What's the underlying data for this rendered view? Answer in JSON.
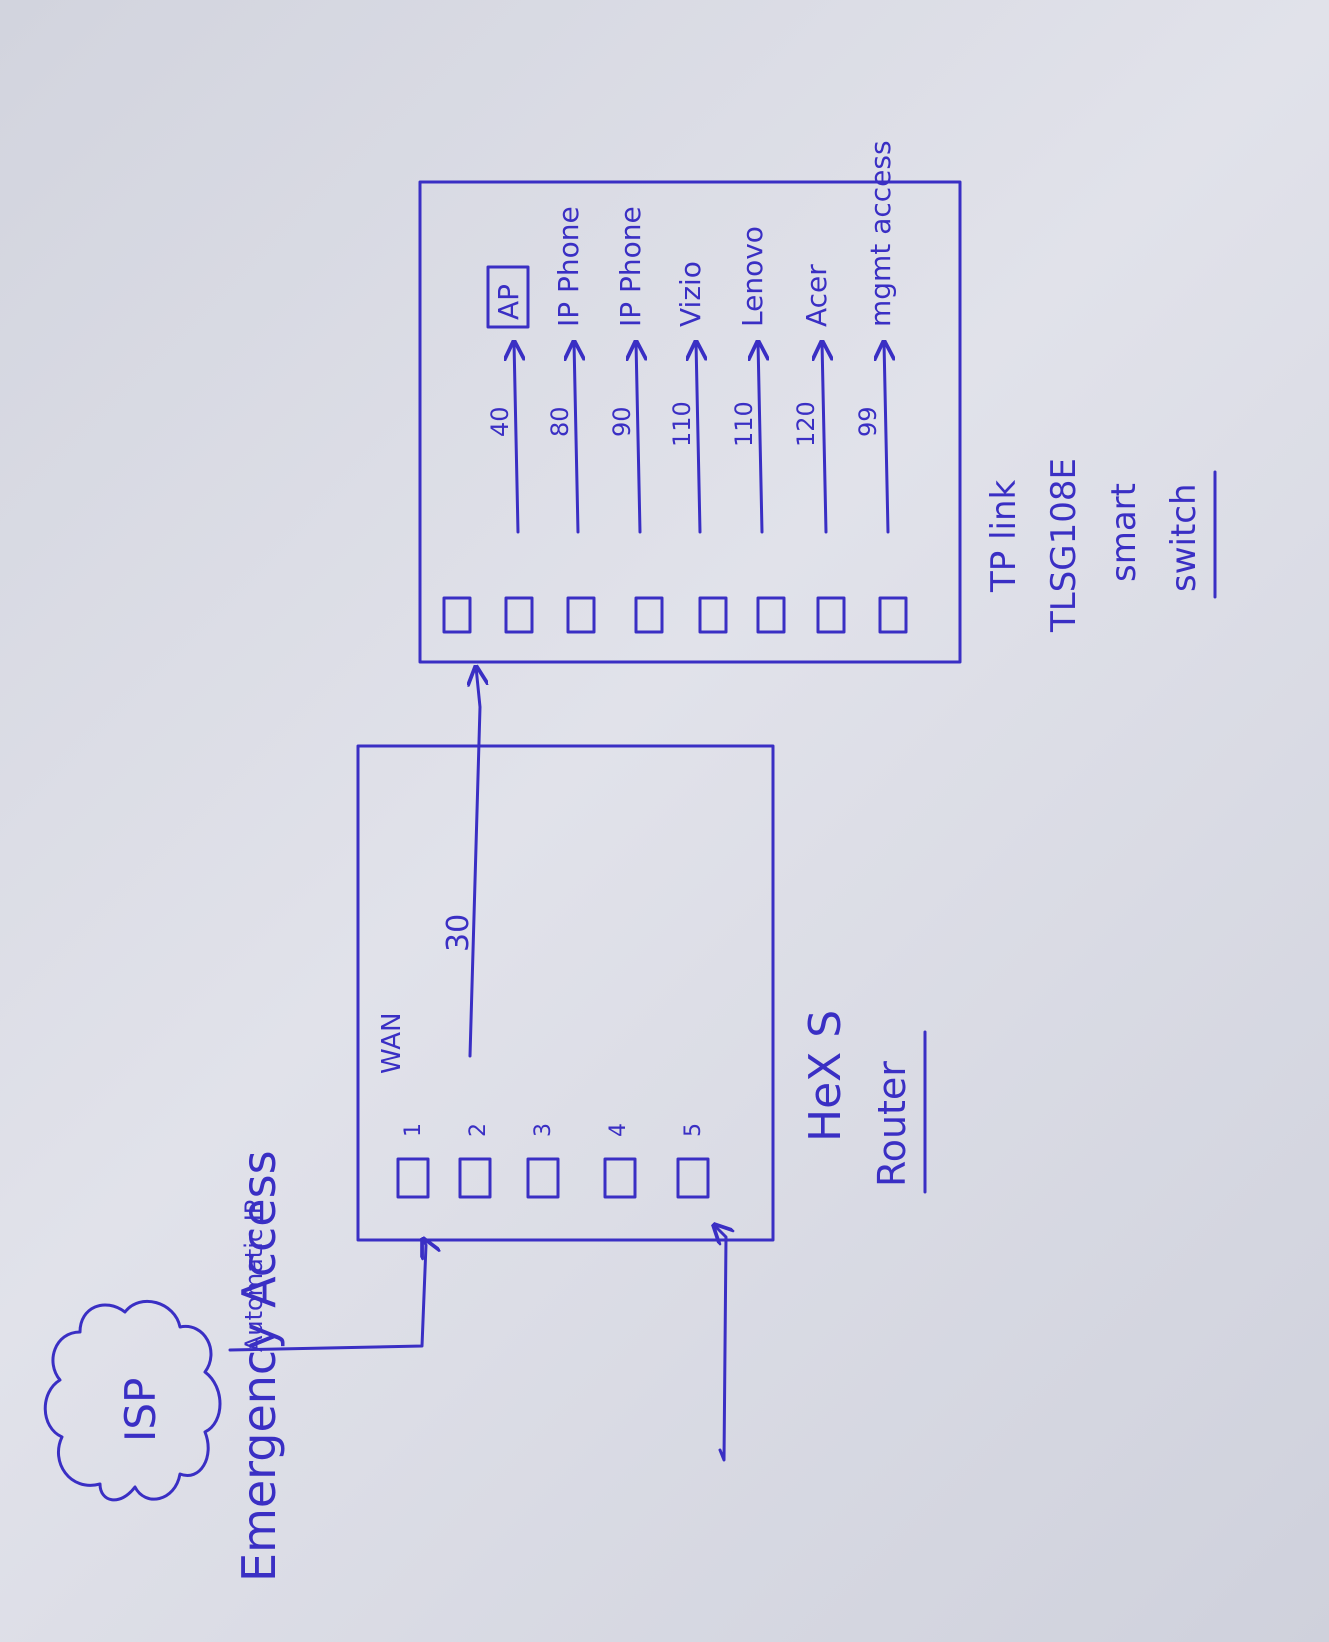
{
  "colors": {
    "ink": "#3a2fc4",
    "paper": "#d9dbe4"
  },
  "isp": {
    "label": "ISP",
    "connection_label": "Automatic IP"
  },
  "emergency": {
    "label": "Emergency Access"
  },
  "router": {
    "name": "HeX S",
    "type": "Router",
    "ports": [
      "1",
      "2",
      "3",
      "4",
      "5"
    ],
    "wan_label": "WAN",
    "uplink_vlan": "30"
  },
  "switch": {
    "brand": "TP link",
    "model": "TLSG108E",
    "type_line1": "smart",
    "type_line2": "switch",
    "ports": [
      {
        "vlan": "40",
        "device": "AP"
      },
      {
        "vlan": "80",
        "device": "IP Phone"
      },
      {
        "vlan": "90",
        "device": "IP Phone"
      },
      {
        "vlan": "110",
        "device": "Vizio"
      },
      {
        "vlan": "110",
        "device": "Lenovo"
      },
      {
        "vlan": "120",
        "device": "Acer"
      },
      {
        "vlan": "99",
        "device": "mgmt access"
      }
    ]
  }
}
